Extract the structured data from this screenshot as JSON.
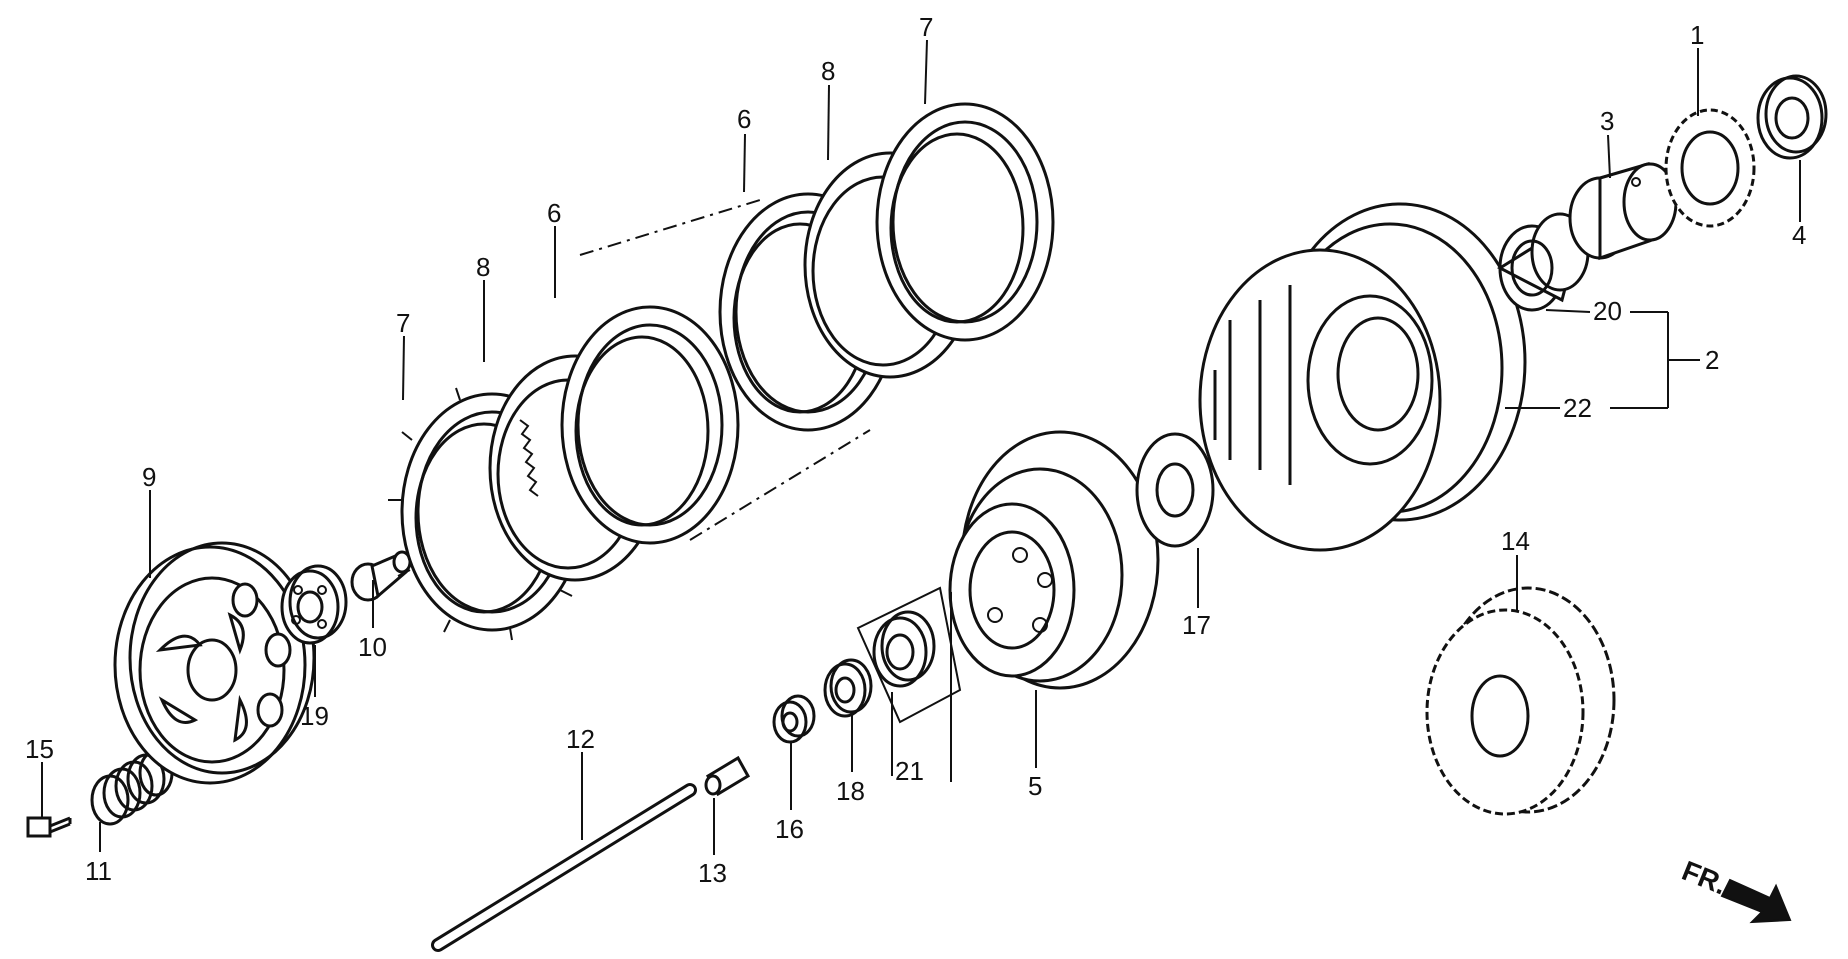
{
  "callouts": [
    {
      "id": "c1",
      "label": "1"
    },
    {
      "id": "c2",
      "label": "2"
    },
    {
      "id": "c3",
      "label": "3"
    },
    {
      "id": "c4",
      "label": "4"
    },
    {
      "id": "c5",
      "label": "5"
    },
    {
      "id": "c6a",
      "label": "6"
    },
    {
      "id": "c6b",
      "label": "6"
    },
    {
      "id": "c7a",
      "label": "7"
    },
    {
      "id": "c7b",
      "label": "7"
    },
    {
      "id": "c8a",
      "label": "8"
    },
    {
      "id": "c8b",
      "label": "8"
    },
    {
      "id": "c9",
      "label": "9"
    },
    {
      "id": "c10",
      "label": "10"
    },
    {
      "id": "c11",
      "label": "11"
    },
    {
      "id": "c12",
      "label": "12"
    },
    {
      "id": "c13",
      "label": "13"
    },
    {
      "id": "c14",
      "label": "14"
    },
    {
      "id": "c15",
      "label": "15"
    },
    {
      "id": "c16",
      "label": "16"
    },
    {
      "id": "c17",
      "label": "17"
    },
    {
      "id": "c18",
      "label": "18"
    },
    {
      "id": "c19",
      "label": "19"
    },
    {
      "id": "c20",
      "label": "20"
    },
    {
      "id": "c21",
      "label": "21"
    },
    {
      "id": "c22",
      "label": "22"
    }
  ],
  "front_indicator": {
    "label": "FR."
  }
}
